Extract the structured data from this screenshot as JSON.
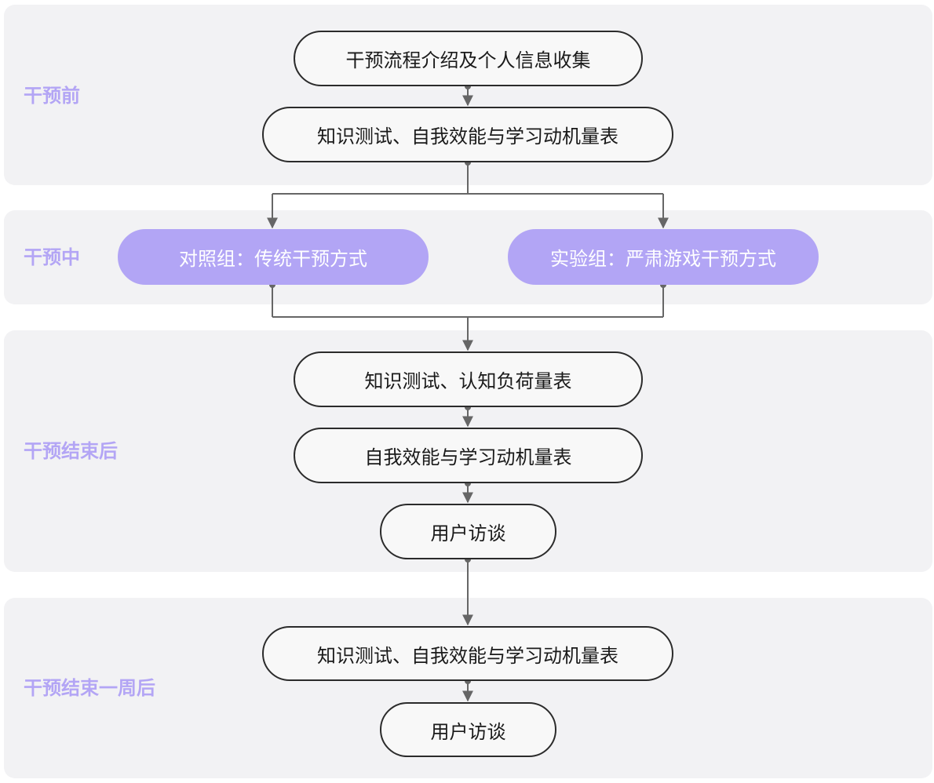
{
  "colors": {
    "band_background": "#f2f2f4",
    "label_purple": "#b3a5f5",
    "node_purple": "#b2a5f5",
    "node_border": "#2b2b2b",
    "connector": "#666666"
  },
  "stages": [
    {
      "label": "干预前"
    },
    {
      "label": "干预中"
    },
    {
      "label": "干预结束后"
    },
    {
      "label": "干预结束一周后"
    }
  ],
  "nodes": {
    "intro": "干预流程介绍及个人信息收集",
    "pre_test": "知识测试、自我效能与学习动机量表",
    "control_group": "对照组：传统干预方式",
    "experimental_group": "实验组：严肃游戏干预方式",
    "post_knowledge": "知识测试、认知负荷量表",
    "post_efficacy": "自我效能与学习动机量表",
    "post_interview": "用户访谈",
    "followup_test": "知识测试、自我效能与学习动机量表",
    "followup_interview": "用户访谈"
  }
}
